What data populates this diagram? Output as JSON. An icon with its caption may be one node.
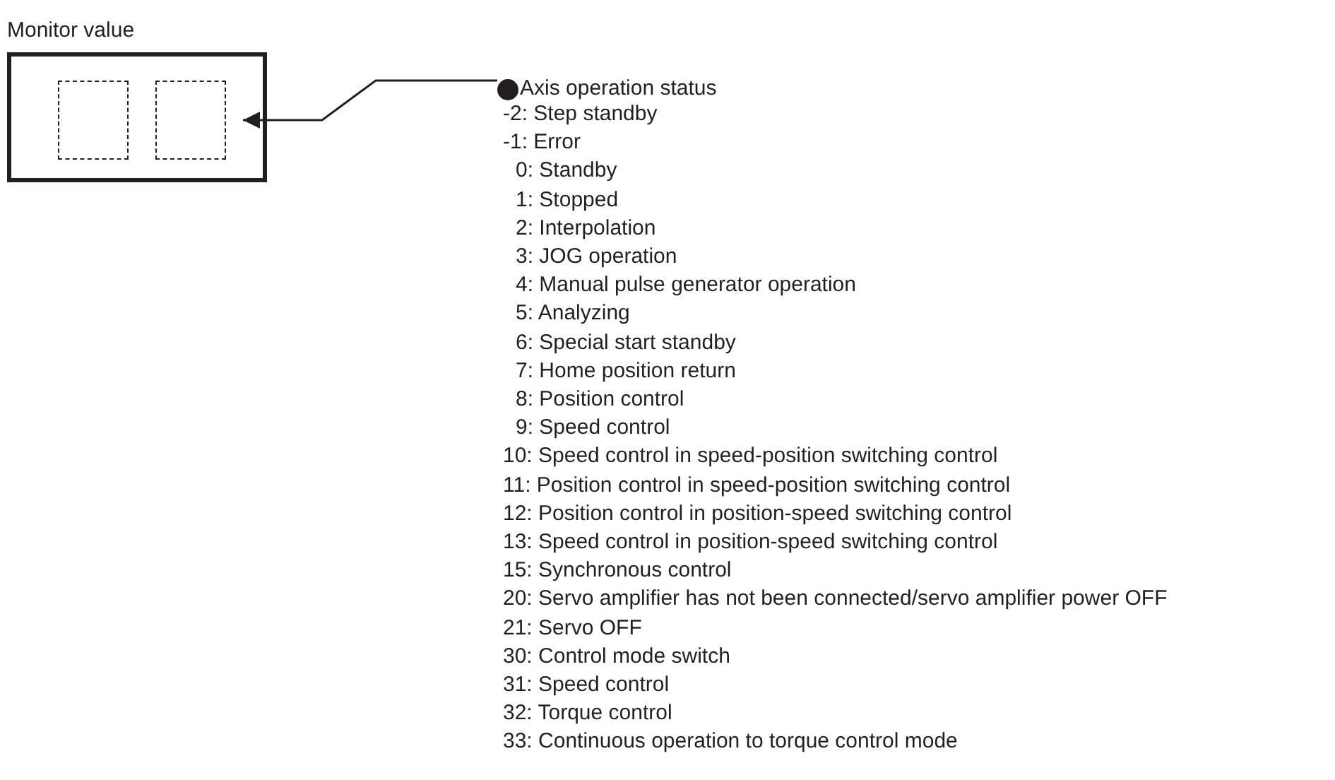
{
  "diagram": {
    "nodes": [
      {
        "text": [
          "Monitor value"
        ]
      },
      {
        "text": [],
        "shape": "box",
        "in": 0
      },
      {
        "text": [],
        "shape": "box",
        "in": 0
      },
      {
        "text": [
          "Axis operation status"
        ]
      }
    ],
    "edges": [
      {
        "from": 3,
        "to": 2,
        "arrow": "to"
      }
    ],
    "labels": [
      "-2: Step standby",
      "-1: Error",
      "0: Standby",
      "1: Stopped",
      "2: Interpolation",
      "3: JOG operation",
      "4: Manual pulse generator operation",
      "5: Analyzing",
      "6: Special start standby",
      "7: Home position return",
      "8: Position control",
      "9: Speed control",
      "10: Speed control in speed-position switching control",
      "11: Position control in speed-position switching control",
      "12: Position control in position-speed switching control",
      "13: Speed control in position-speed switching control",
      "15: Synchronous control",
      "20: Servo amplifier has not been connected/servo amplifier power OFF",
      "21: Servo OFF",
      "30: Control mode switch",
      "31: Speed control",
      "32: Torque control",
      "33: Continuous operation to torque control mode"
    ]
  }
}
